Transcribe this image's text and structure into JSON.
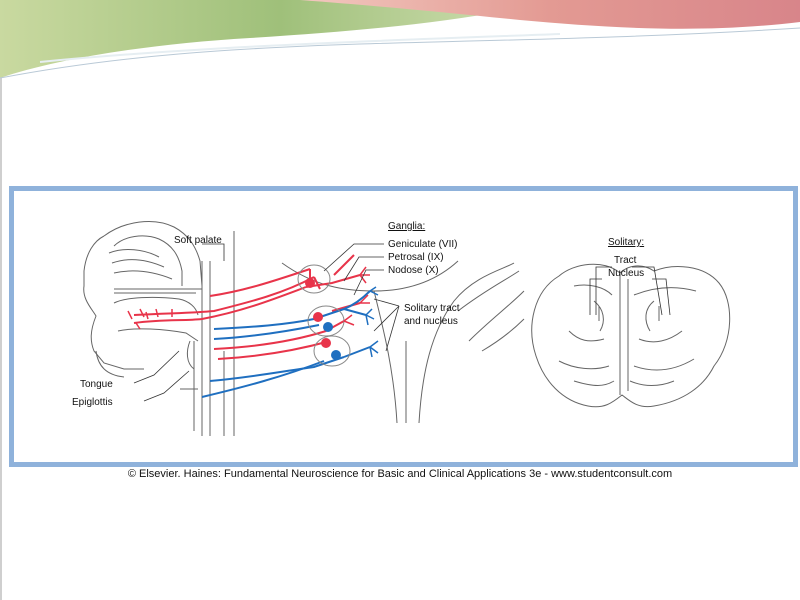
{
  "diagram": {
    "labels": {
      "soft_palate": "Soft palate",
      "tongue": "Tongue",
      "epiglottis": "Epiglottis",
      "ganglia": "Ganglia:",
      "geniculate": "Geniculate (VII)",
      "petrosal": "Petrosal (IX)",
      "nodose": "Nodose (X)",
      "solitary_tract_line1": "Solitary tract",
      "solitary_tract_line2": "and nucleus",
      "solitary": "Solitary:",
      "tract": "Tract",
      "nucleus": "Nucleus"
    },
    "colors": {
      "afferent_red": "#e8344a",
      "afferent_blue": "#1f6fc0",
      "frame_border": "#8fb2db"
    }
  },
  "caption": "© Elsevier. Haines: Fundamental Neuroscience for Basic and Clinical Applications 3e - www.studentconsult.com"
}
